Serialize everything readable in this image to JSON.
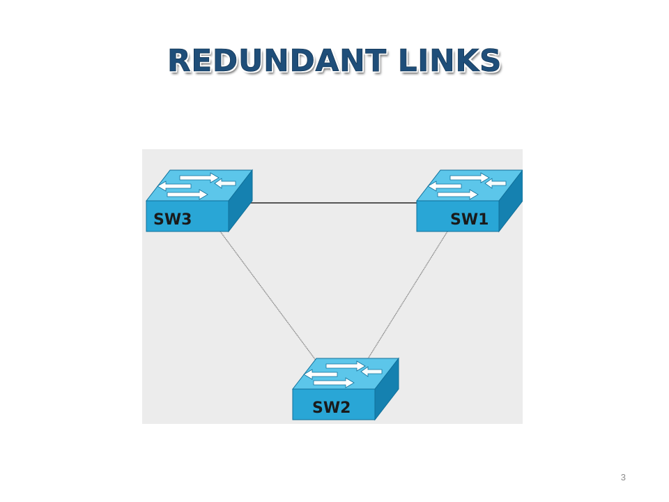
{
  "slide": {
    "title": "REDUNDANT LINKS",
    "page_number": "3"
  },
  "diagram": {
    "switches": {
      "sw3": {
        "label": "SW3"
      },
      "sw1": {
        "label": "SW1"
      },
      "sw2": {
        "label": "SW2"
      }
    },
    "links": [
      {
        "from": "SW3",
        "to": "SW1"
      },
      {
        "from": "SW3",
        "to": "SW2"
      },
      {
        "from": "SW1",
        "to": "SW2"
      }
    ],
    "colors": {
      "switch_front": "#29a6d6",
      "switch_top": "#5cc6ea",
      "switch_side": "#1581b0",
      "link": "#555555",
      "background": "#ececec"
    }
  }
}
